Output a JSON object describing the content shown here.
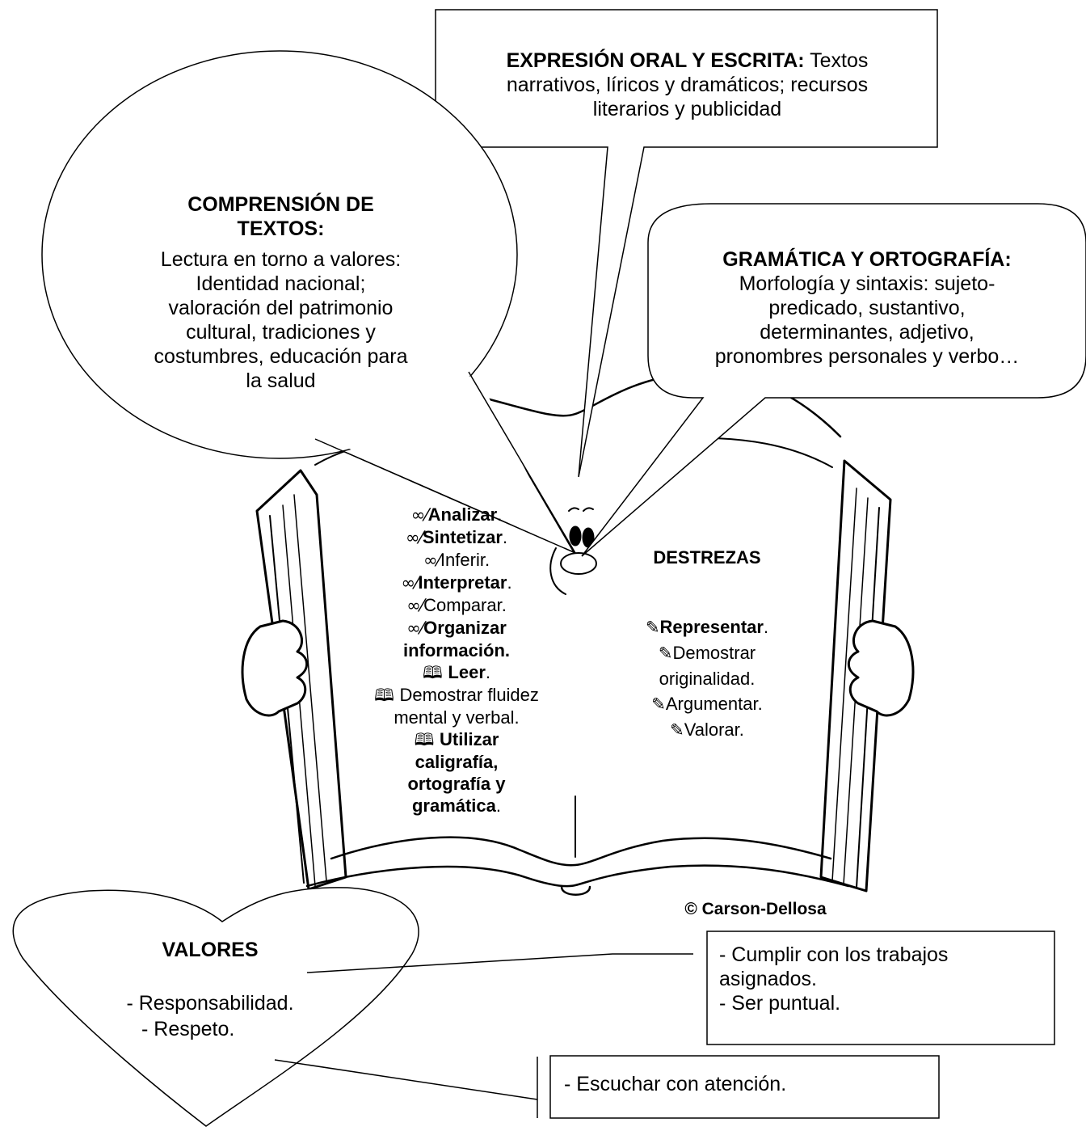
{
  "expresion": {
    "title": "EXPRESIÓN ORAL Y ESCRITA:",
    "text1": "Textos",
    "text2": "narrativos, líricos y dramáticos; recursos",
    "text3": "literarios y publicidad"
  },
  "comprension": {
    "title1": "COMPRENSIÓN DE",
    "title2": "TEXTOS:",
    "lines": [
      "Lectura en torno a valores:",
      "Identidad nacional;",
      "valoración del patrimonio",
      "cultural, tradiciones y",
      "costumbres, educación para",
      "la salud"
    ]
  },
  "gramatica": {
    "title": "GRAMÁTICA Y ORTOGRAFÍA:",
    "lines": [
      "Morfología y sintaxis: sujeto-",
      "predicado, sustantivo,",
      "determinantes, adjetivo,",
      "pronombres personales y verbo…"
    ]
  },
  "left_page": {
    "glasses_icon": "glasses-icon",
    "book_icon": "open-book-icon",
    "analizar": "Analizar",
    "sintetizar": "Sintetizar",
    "inferir": "Inferir.",
    "interpretar": "Interpretar",
    "comparar": "Comparar.",
    "organizar1": "Organizar",
    "organizar2": "información.",
    "leer": "Leer",
    "fluidez1": "Demostrar fluidez",
    "fluidez2": "mental y verbal.",
    "utilizar1": "Utilizar",
    "utilizar2": "caligrafía,",
    "utilizar3": "ortografía y",
    "utilizar4": "gramática",
    "dot": "."
  },
  "right_page": {
    "title": "DESTREZAS",
    "pen_icon": "pencil-icon",
    "representar": "Representar",
    "demostrar1": "Demostrar",
    "demostrar2": "originalidad.",
    "argumentar": "Argumentar.",
    "valorar": "Valorar.",
    "dot": "."
  },
  "copyright": "© Carson-Dellosa",
  "valores": {
    "title": "VALORES",
    "item1": "- Responsabilidad.",
    "item2": "- Respeto."
  },
  "responsabilidad_box": {
    "line1": "- Cumplir con los trabajos",
    "line2": "asignados.",
    "line3": "- Ser puntual."
  },
  "respeto_box": {
    "line1": "- Escuchar con atención."
  }
}
